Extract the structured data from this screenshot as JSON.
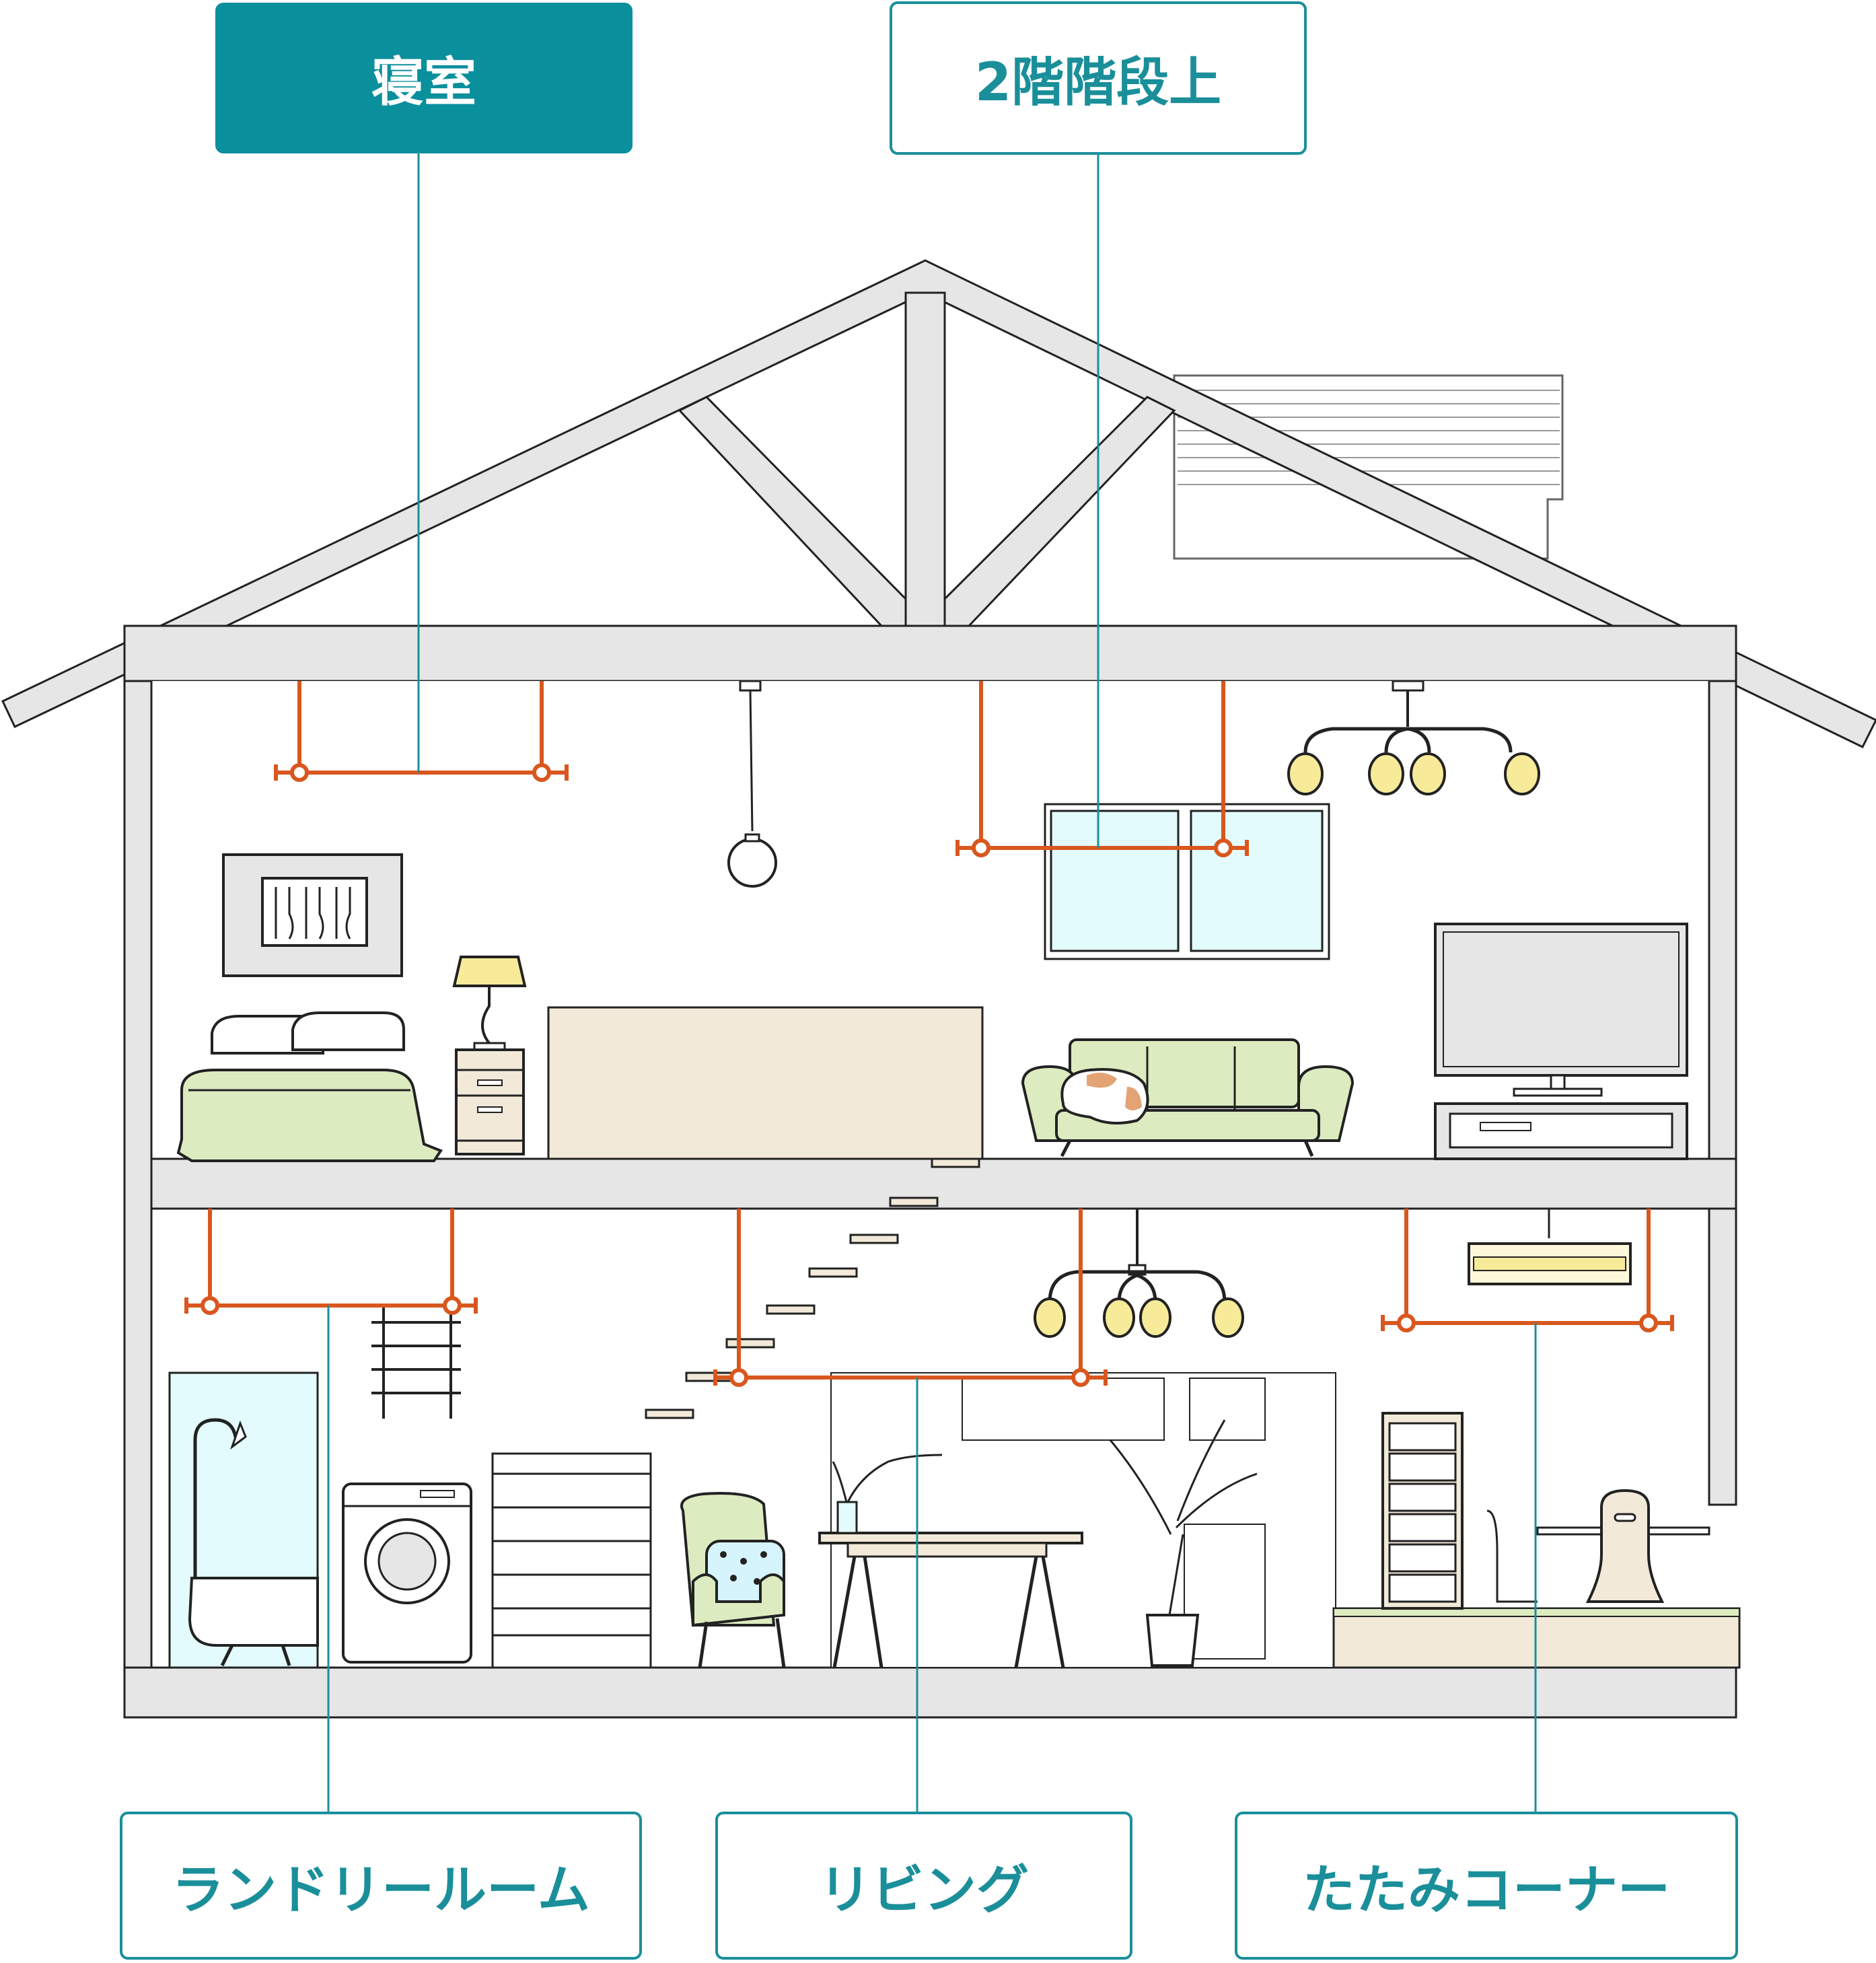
{
  "labels": {
    "bedroom": "寝室",
    "upstairs": "2階階段上",
    "laundry": "ランドリールーム",
    "living": "リビング",
    "tatami": "たたみコーナー"
  },
  "selected": "bedroom",
  "colors": {
    "accent": "#0a8f9c",
    "rail": "#d9571e",
    "structure": "#e6e6e6",
    "outline": "#222222",
    "green": "#dcebc0",
    "beige": "#f2e9d8",
    "glass": "#e3fbfd"
  }
}
